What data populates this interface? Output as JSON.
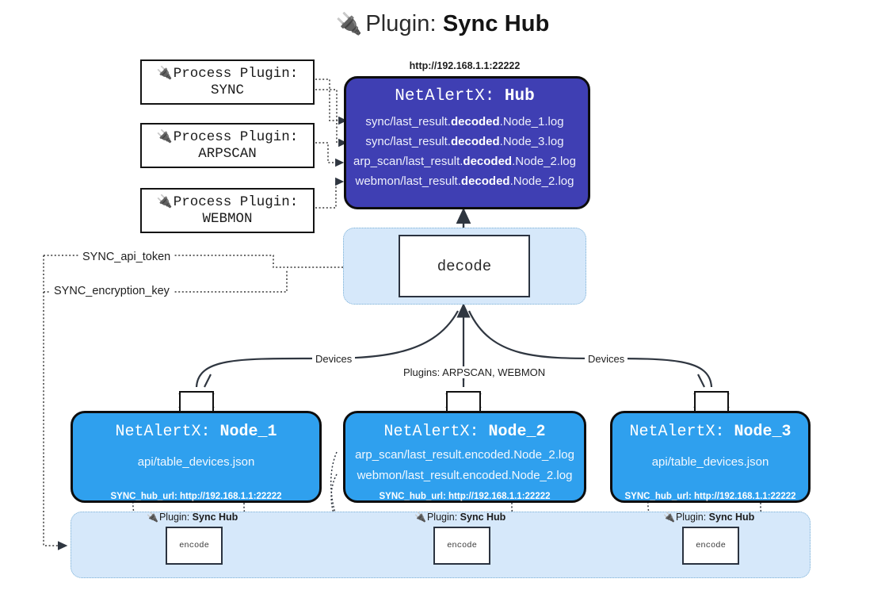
{
  "title": {
    "icon": "plug-icon",
    "prefix": "Plugin: ",
    "name": "Sync Hub"
  },
  "process_plugins": [
    {
      "line1": "Process Plugin:",
      "line2": "SYNC"
    },
    {
      "line1": "Process Plugin:",
      "line2": "ARPSCAN"
    },
    {
      "line1": "Process Plugin:",
      "line2": "WEBMON"
    }
  ],
  "hub": {
    "url_label": "http://192.168.1.1:22222",
    "title_prefix": "NetAlertX: ",
    "title_name": "Hub",
    "lines": [
      {
        "pre": "sync/last_result.",
        "mid": "decoded",
        "post": ".Node_1.log"
      },
      {
        "pre": "sync/last_result.",
        "mid": "decoded",
        "post": ".Node_3.log"
      },
      {
        "pre": "arp_scan/last_result.",
        "mid": "decoded",
        "post": ".Node_2.log"
      },
      {
        "pre": "webmon/last_result.",
        "mid": "decoded",
        "post": ".Node_2.log"
      }
    ]
  },
  "decode": {
    "label": "decode"
  },
  "settings": {
    "api_token": "SYNC_api_token",
    "encryption_key": "SYNC_encryption_key"
  },
  "edge_labels": {
    "devices_left": "Devices",
    "devices_right": "Devices",
    "plugins_center": "Plugins: ARPSCAN, WEBMON"
  },
  "nodes": [
    {
      "title_prefix": "NetAlertX: ",
      "title_name": "Node_1",
      "lines": [
        "api/table_devices.json"
      ],
      "url": "SYNC_hub_url: http://192.168.1.1:22222",
      "icon": "envelope-icon"
    },
    {
      "title_prefix": "NetAlertX: ",
      "title_name": "Node_2",
      "lines": [
        "arp_scan/last_result.encoded.Node_2.log",
        "webmon/last_result.encoded.Node_2.log"
      ],
      "url": "SYNC_hub_url: http://192.168.1.1:22222",
      "icon": "envelope-icon"
    },
    {
      "title_prefix": "NetAlertX: ",
      "title_name": "Node_3",
      "lines": [
        "api/table_devices.json"
      ],
      "url": "SYNC_hub_url: http://192.168.1.1:22222",
      "icon": "envelope-icon"
    }
  ],
  "encoders": [
    {
      "plugin_label_prefix": "Plugin: ",
      "plugin_label_name": "Sync Hub",
      "box_label": "encode"
    },
    {
      "plugin_label_prefix": "Plugin: ",
      "plugin_label_name": "Sync Hub",
      "box_label": "encode"
    },
    {
      "plugin_label_prefix": "Plugin: ",
      "plugin_label_name": "Sync Hub",
      "box_label": "encode"
    }
  ],
  "colors": {
    "hub_fill": "#3f3fb3",
    "node_fill": "#2fa0ee",
    "band_fill": "#d6e8fa",
    "band_border": "#7bb0d6",
    "stroke": "#333333"
  }
}
